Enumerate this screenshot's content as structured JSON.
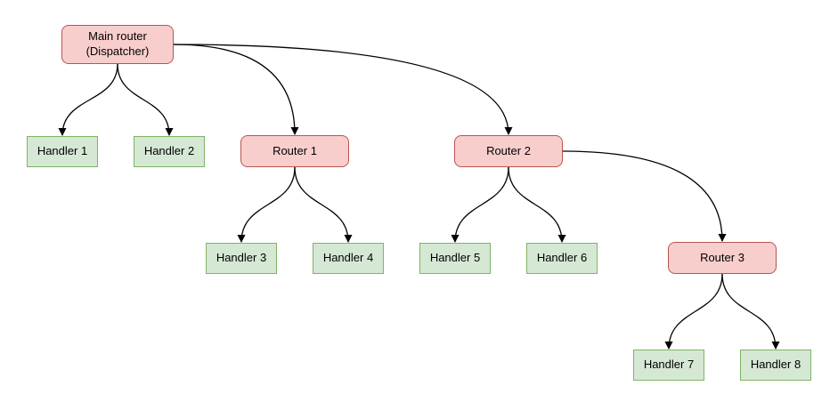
{
  "colors": {
    "background": "#ffffff",
    "router_fill": "#f8cecc",
    "router_stroke": "#b85450",
    "handler_fill": "#d5e8d4",
    "handler_stroke": "#82b366",
    "arrow": "#000000"
  },
  "nodes": {
    "main": {
      "label": "Main router\n(Dispatcher)",
      "type": "router"
    },
    "handler1": {
      "label": "Handler 1",
      "type": "handler"
    },
    "handler2": {
      "label": "Handler 2",
      "type": "handler"
    },
    "router1": {
      "label": "Router 1",
      "type": "router"
    },
    "router2": {
      "label": "Router 2",
      "type": "router"
    },
    "handler3": {
      "label": "Handler 3",
      "type": "handler"
    },
    "handler4": {
      "label": "Handler 4",
      "type": "handler"
    },
    "handler5": {
      "label": "Handler 5",
      "type": "handler"
    },
    "handler6": {
      "label": "Handler 6",
      "type": "handler"
    },
    "router3": {
      "label": "Router 3",
      "type": "router"
    },
    "handler7": {
      "label": "Handler 7",
      "type": "handler"
    },
    "handler8": {
      "label": "Handler 8",
      "type": "handler"
    }
  },
  "edges": [
    {
      "from": "main",
      "to": "handler1",
      "from_side": "bottom",
      "to_side": "top"
    },
    {
      "from": "main",
      "to": "handler2",
      "from_side": "bottom",
      "to_side": "top"
    },
    {
      "from": "main",
      "to": "router1",
      "from_side": "right",
      "to_side": "top"
    },
    {
      "from": "main",
      "to": "router2",
      "from_side": "right",
      "to_side": "top"
    },
    {
      "from": "router1",
      "to": "handler3",
      "from_side": "bottom",
      "to_side": "top"
    },
    {
      "from": "router1",
      "to": "handler4",
      "from_side": "bottom",
      "to_side": "top"
    },
    {
      "from": "router2",
      "to": "handler5",
      "from_side": "bottom",
      "to_side": "top"
    },
    {
      "from": "router2",
      "to": "handler6",
      "from_side": "bottom",
      "to_side": "top"
    },
    {
      "from": "router2",
      "to": "router3",
      "from_side": "right",
      "to_side": "top"
    },
    {
      "from": "router3",
      "to": "handler7",
      "from_side": "bottom",
      "to_side": "top"
    },
    {
      "from": "router3",
      "to": "handler8",
      "from_side": "bottom",
      "to_side": "top"
    }
  ]
}
